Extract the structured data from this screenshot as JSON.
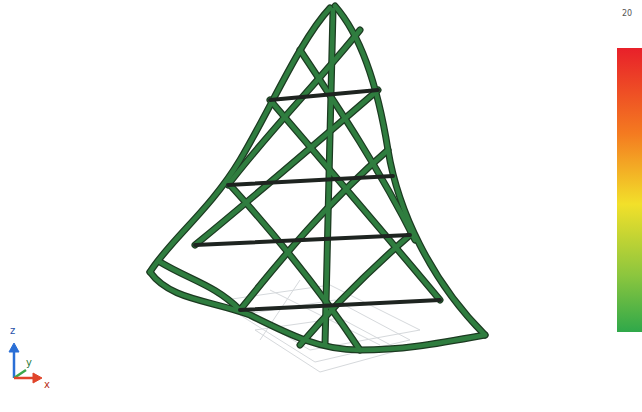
{
  "diagram": {
    "labels": [
      "20",
      "z",
      "y",
      "x"
    ]
  }
}
